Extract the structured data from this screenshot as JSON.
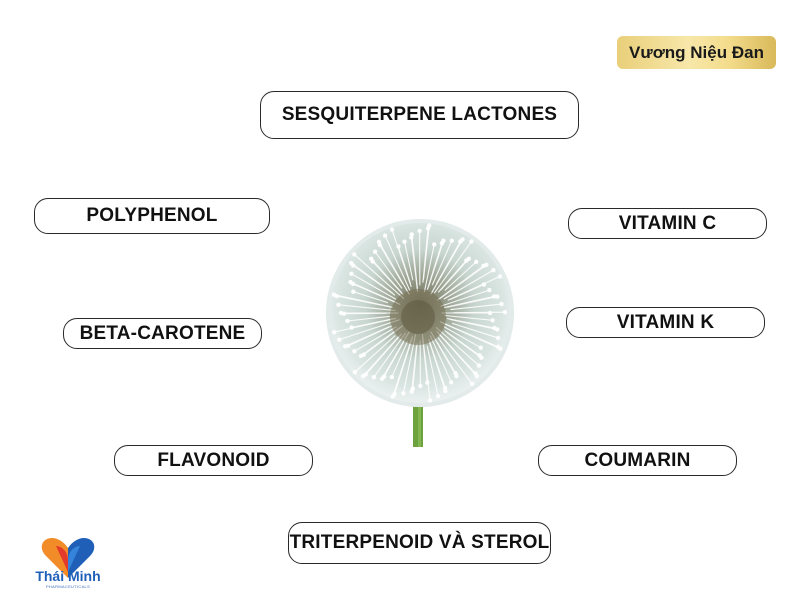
{
  "brand": {
    "label": "Vương Niệu Đan"
  },
  "compounds": {
    "sesquiterpene": "SESQUITERPENE LACTONES",
    "polyphenol": "POLYPHENOL",
    "vitamin_c": "VITAMIN C",
    "beta_carotene": "BETA-CAROTENE",
    "vitamin_k": "VITAMIN K",
    "flavonoid": "FLAVONOID",
    "coumarin": "COUMARIN",
    "triterpenoid": "TRITERPENOID VÀ STEROL"
  },
  "logo": {
    "name": "Thái Minh",
    "subtitle": "PHARMACEUTICALS"
  },
  "colors": {
    "pill_border": "#2a2a2a",
    "badge_gold": "#f3dc8c",
    "logo_blue": "#1f5fb8",
    "logo_orange": "#f28c28",
    "logo_red": "#e0312b"
  },
  "icons": {
    "center_image": "dandelion-seed-head-icon",
    "logo_mark": "heart-logo-icon"
  }
}
